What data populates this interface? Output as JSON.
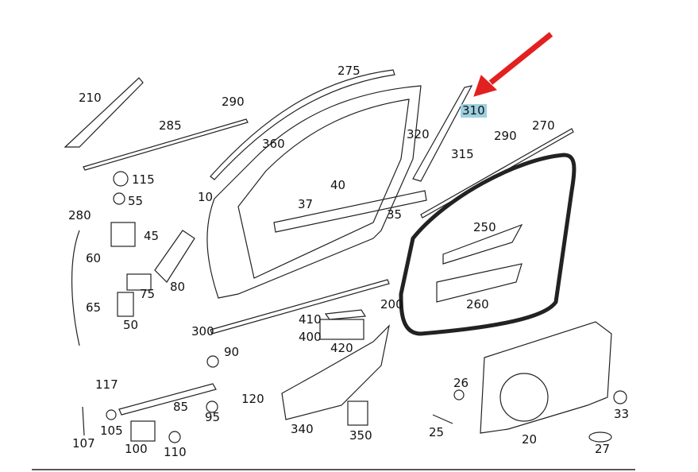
{
  "diagram": {
    "title_visible": false,
    "highlighted_part": "310",
    "colors": {
      "highlight": "#9dd0e0",
      "arrow": "#e32020",
      "line": "#222222"
    },
    "labels": [
      "210",
      "290",
      "275",
      "285",
      "360",
      "115",
      "55",
      "10",
      "37",
      "40",
      "35",
      "280",
      "45",
      "60",
      "75",
      "80",
      "65",
      "50",
      "300",
      "410",
      "400",
      "420",
      "90",
      "117",
      "120",
      "85",
      "95",
      "105",
      "340",
      "350",
      "107",
      "100",
      "110",
      "320",
      "310",
      "290",
      "270",
      "315",
      "250",
      "260",
      "200",
      "26",
      "25",
      "20",
      "33",
      "27"
    ]
  }
}
